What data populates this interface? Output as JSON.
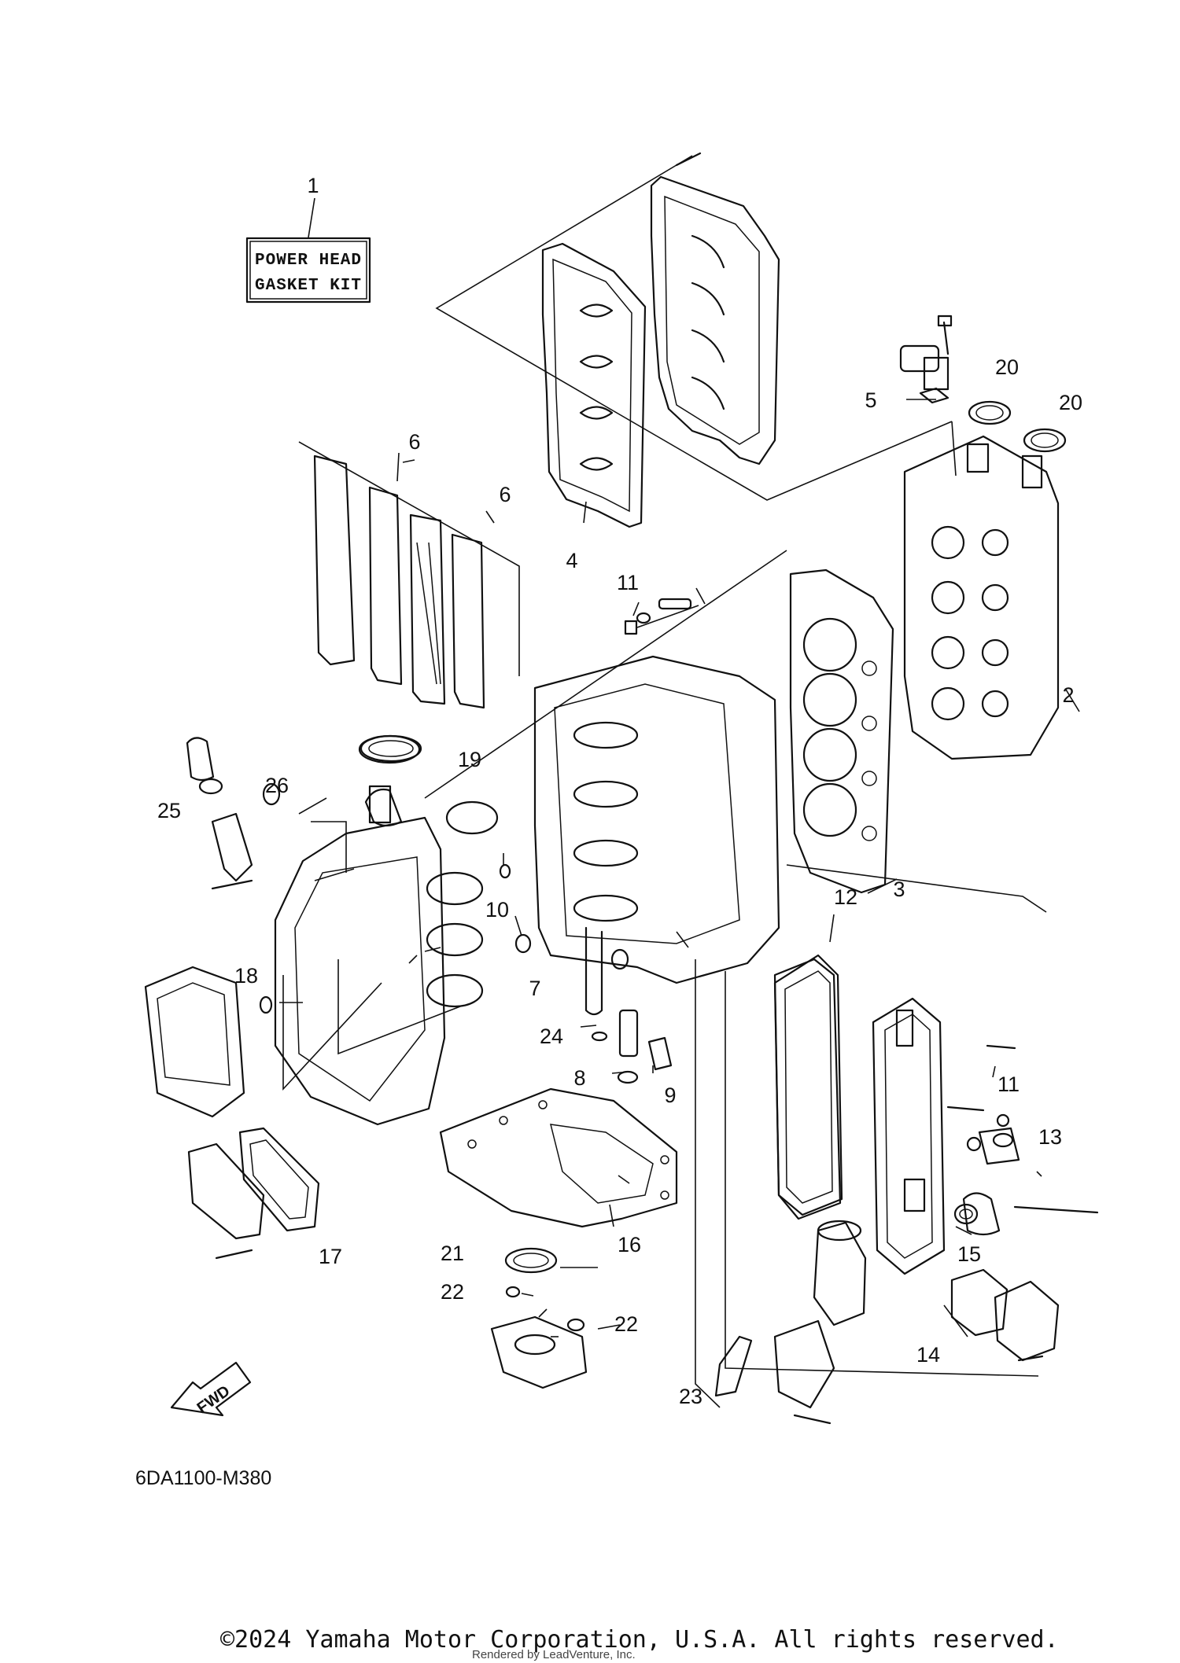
{
  "kit_label": {
    "line1": "POWER HEAD",
    "line2": "GASKET KIT"
  },
  "reference_code": "6DA1100-M380",
  "fwd_label": "FWD",
  "copyright": "©2024 Yamaha Motor Corporation, U.S.A. All rights reserved.",
  "rendered_by": "Rendered by LeadVenture, Inc.",
  "callouts": [
    "1",
    "2",
    "3",
    "4",
    "5",
    "6",
    "6",
    "7",
    "8",
    "9",
    "10",
    "11",
    "11",
    "12",
    "13",
    "14",
    "15",
    "16",
    "17",
    "18",
    "19",
    "20",
    "20",
    "21",
    "22",
    "22",
    "23",
    "24",
    "25",
    "26"
  ]
}
